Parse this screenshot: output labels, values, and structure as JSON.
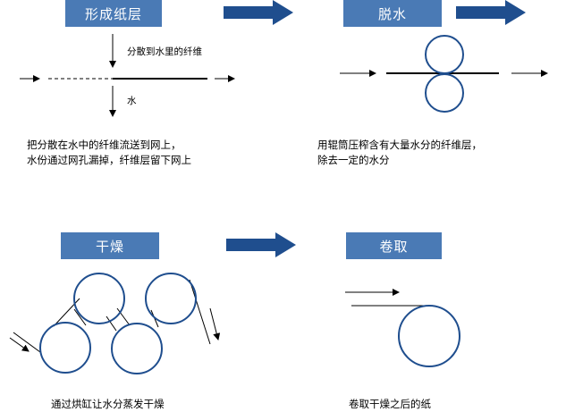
{
  "colors": {
    "box": "#4a7ab5",
    "arrow": "#1f4e8e",
    "circle": "#1f4e8e",
    "line": "#000000"
  },
  "steps": [
    {
      "title": "形成纸层",
      "note": "分散到水里的纤维",
      "water": "水",
      "desc_line1": "把分散在水中的纤维流送到网上，",
      "desc_line2": "水份通过网孔漏掉，纤维层留下网上"
    },
    {
      "title": "脱水",
      "desc_line1": "用辊筒压榨含有大量水分的纤维层，",
      "desc_line2": "除去一定的水分"
    },
    {
      "title": "干燥",
      "desc_line1": "通过烘缸让水分蒸发干燥"
    },
    {
      "title": "卷取",
      "desc_line1": "卷取干燥之后的纸"
    }
  ]
}
